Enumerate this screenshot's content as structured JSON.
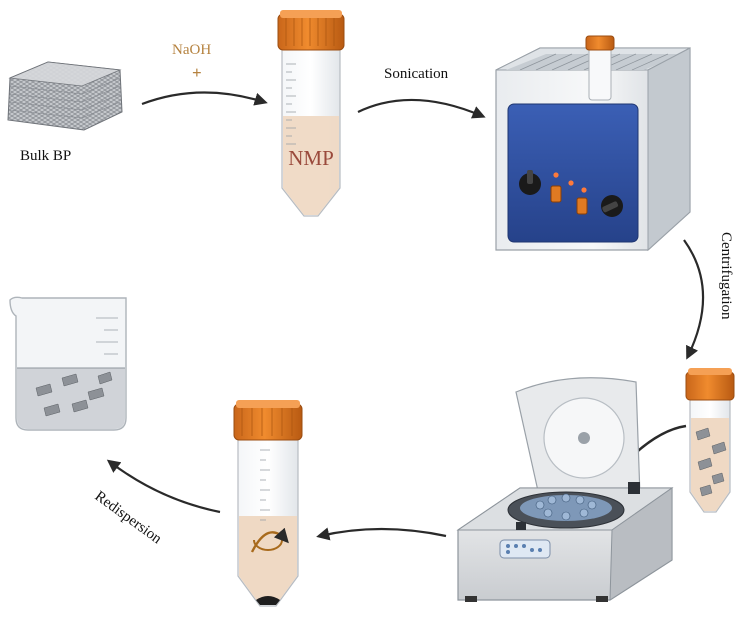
{
  "labels": {
    "bulk": "Bulk BP",
    "reagent": "NaOH",
    "plus": "+",
    "solvent": "NMP",
    "step_sonication": "Sonication",
    "step_centrifugation": "Centrifugation",
    "step_redispersion": "Redispersion"
  },
  "colors": {
    "cap": "#e07a22",
    "cap_dark": "#b85a12",
    "tube_liquid": "#efd9c4",
    "bath_blue": "#2f4fa0",
    "steel": "#d8dde2",
    "beaker_liquid": "#c9cdd2",
    "arrow": "#2a2a2a"
  }
}
